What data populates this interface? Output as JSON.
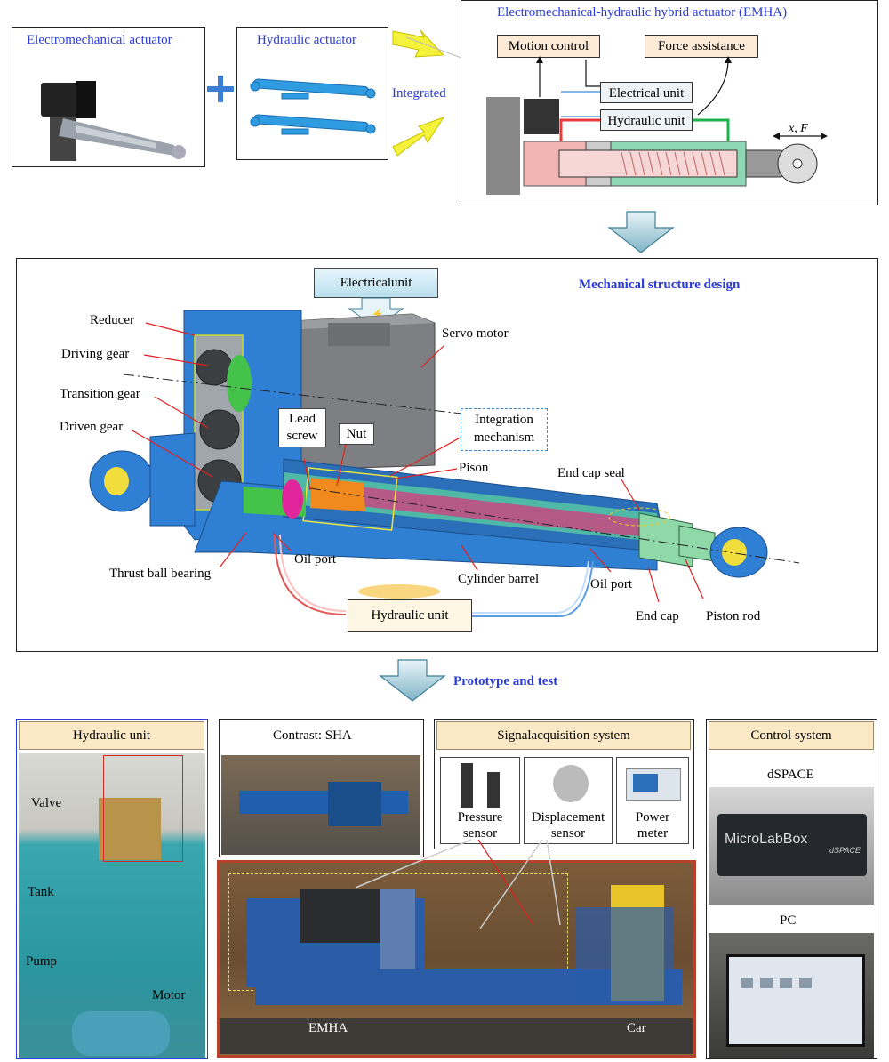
{
  "top": {
    "electromechanical_label": "Electromechanical actuator",
    "hydraulic_label": "Hydraulic actuator",
    "integrated_label": "Integrated",
    "emha_title": "Electromechanical-hydraulic hybrid actuator (EMHA)",
    "motion_control": "Motion control",
    "force_assistance": "Force assistance",
    "electrical_unit": "Electrical unit",
    "hydraulic_unit": "Hydraulic unit",
    "xf_label": "x, F"
  },
  "mech": {
    "title": "Mechanical structure design",
    "electricalunit": "Electricalunit",
    "labels": {
      "reducer": "Reducer",
      "driving_gear": "Driving gear",
      "transition_gear": "Transition gear",
      "driven_gear": "Driven gear",
      "lead_screw_1": "Lead",
      "lead_screw_2": "screw",
      "nut": "Nut",
      "integration_1": "Integration",
      "integration_2": "mechanism",
      "servo_motor": "Servo motor",
      "pison": "Pison",
      "end_cap_seal": "End cap seal",
      "thrust_ball_bearing": "Thrust ball bearing",
      "oil_port_left": "Oil port",
      "cylinder_barrel": "Cylinder barrel",
      "oil_port_right": "Oil port",
      "end_cap": "End cap",
      "piston_rod": "Piston rod",
      "hydraulic_unit": "Hydraulic unit"
    }
  },
  "bottom": {
    "title": "Prototype and test",
    "hydraulic_unit": "Hydraulic unit",
    "valve": "Valve",
    "tank": "Tank",
    "pump": "Pump",
    "motor": "Motor",
    "contrast": "Contrast: SHA",
    "signal_system": "Signalacquisition system",
    "pressure_1": "Pressure",
    "pressure_2": "sensor",
    "displacement_1": "Displacement",
    "displacement_2": "sensor",
    "power_1": "Power",
    "power_2": "meter",
    "emha": "EMHA",
    "car": "Car",
    "control_system": "Control system",
    "dspace": "dSPACE",
    "microlabbox": "MicroLabBox",
    "dspace_logo": "dSPACE",
    "pc": "PC"
  }
}
